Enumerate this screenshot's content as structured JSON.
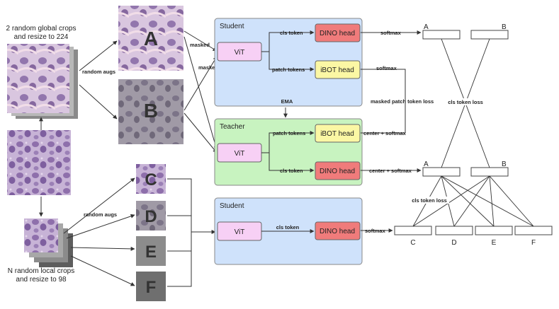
{
  "captions": {
    "global_crops": [
      "2 random global crops",
      "and resize to 224"
    ],
    "local_crops": [
      "N random local crops",
      "and resize to 98"
    ]
  },
  "crop_letters": {
    "global": [
      "A",
      "B"
    ],
    "local": [
      "C",
      "D",
      "E",
      "F"
    ]
  },
  "aug_labels": {
    "global": "random augs",
    "local": "random augs"
  },
  "mask_labels": {
    "top": "masked",
    "bottom": "masked"
  },
  "student_top": {
    "title": "Student",
    "vit": "ViT",
    "cls_edge": "cls token",
    "patch_edge": "patch tokens",
    "dino_head": "DINO head",
    "ibot_head": "iBOT head",
    "dino_out": "softmax",
    "ibot_out": "softmax"
  },
  "ema_label": "EMA",
  "teacher": {
    "title": "Teacher",
    "vit": "ViT",
    "patch_edge": "patch tokens",
    "cls_edge": "cls token",
    "ibot_head": "iBOT head",
    "dino_head": "DINO head",
    "ibot_out": "center + softmax",
    "dino_out": "center + softmax"
  },
  "student_bottom": {
    "title": "Student",
    "vit": "ViT",
    "cls_edge": "cls token",
    "dino_head": "DINO head",
    "dino_out": "softmax"
  },
  "losses": {
    "masked_patch": "masked patch token loss",
    "cls_global": "cls token loss",
    "cls_local": "cls token loss"
  },
  "output_labels": {
    "student_global": [
      "A",
      "B"
    ],
    "teacher": [
      "A",
      "B"
    ],
    "student_local": [
      "C",
      "D",
      "E",
      "F"
    ]
  },
  "colors": {
    "student_panel": "#cfe2fb",
    "teacher_panel": "#c8f3c0",
    "vit": "#f7d0f5",
    "dino_head": "#f07b7b",
    "ibot_head": "#fbf7a4",
    "tissue": "#a78fbf"
  }
}
